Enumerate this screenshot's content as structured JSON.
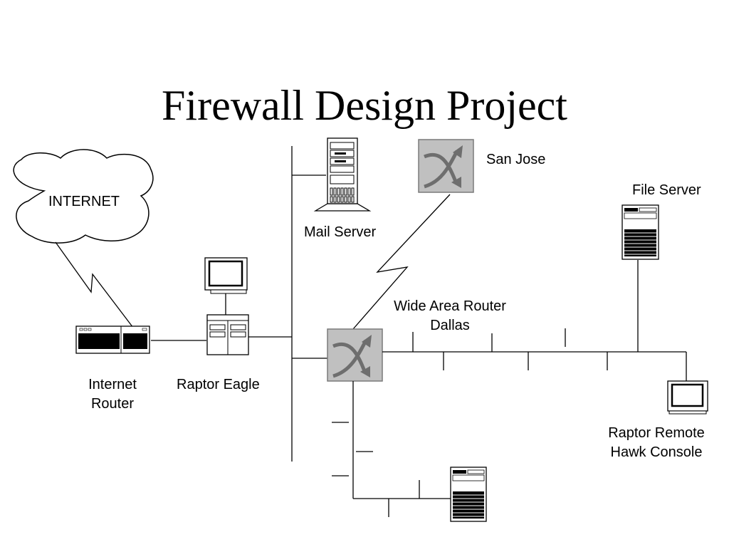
{
  "title": "Firewall Design Project",
  "labels": {
    "internet": "INTERNET",
    "mail_server": "Mail Server",
    "san_jose": "San Jose",
    "file_server": "File Server",
    "wide_area_router": "Wide Area Router",
    "dallas": "Dallas",
    "internet_router_line1": "Internet",
    "internet_router_line2": "Router",
    "raptor_eagle": "Raptor Eagle",
    "raptor_remote_line1": "Raptor Remote",
    "raptor_remote_line2": "Hawk Console"
  },
  "colors": {
    "router_fill": "#c0c0c0",
    "router_border": "#7a7a7a",
    "arrow": "#6e6e6e",
    "line": "#000000"
  },
  "icons": [
    "cloud-icon",
    "tower-server-icon",
    "router-icon",
    "file-server-icon",
    "monitor-icon",
    "firewall-icon",
    "network-router-icon"
  ]
}
